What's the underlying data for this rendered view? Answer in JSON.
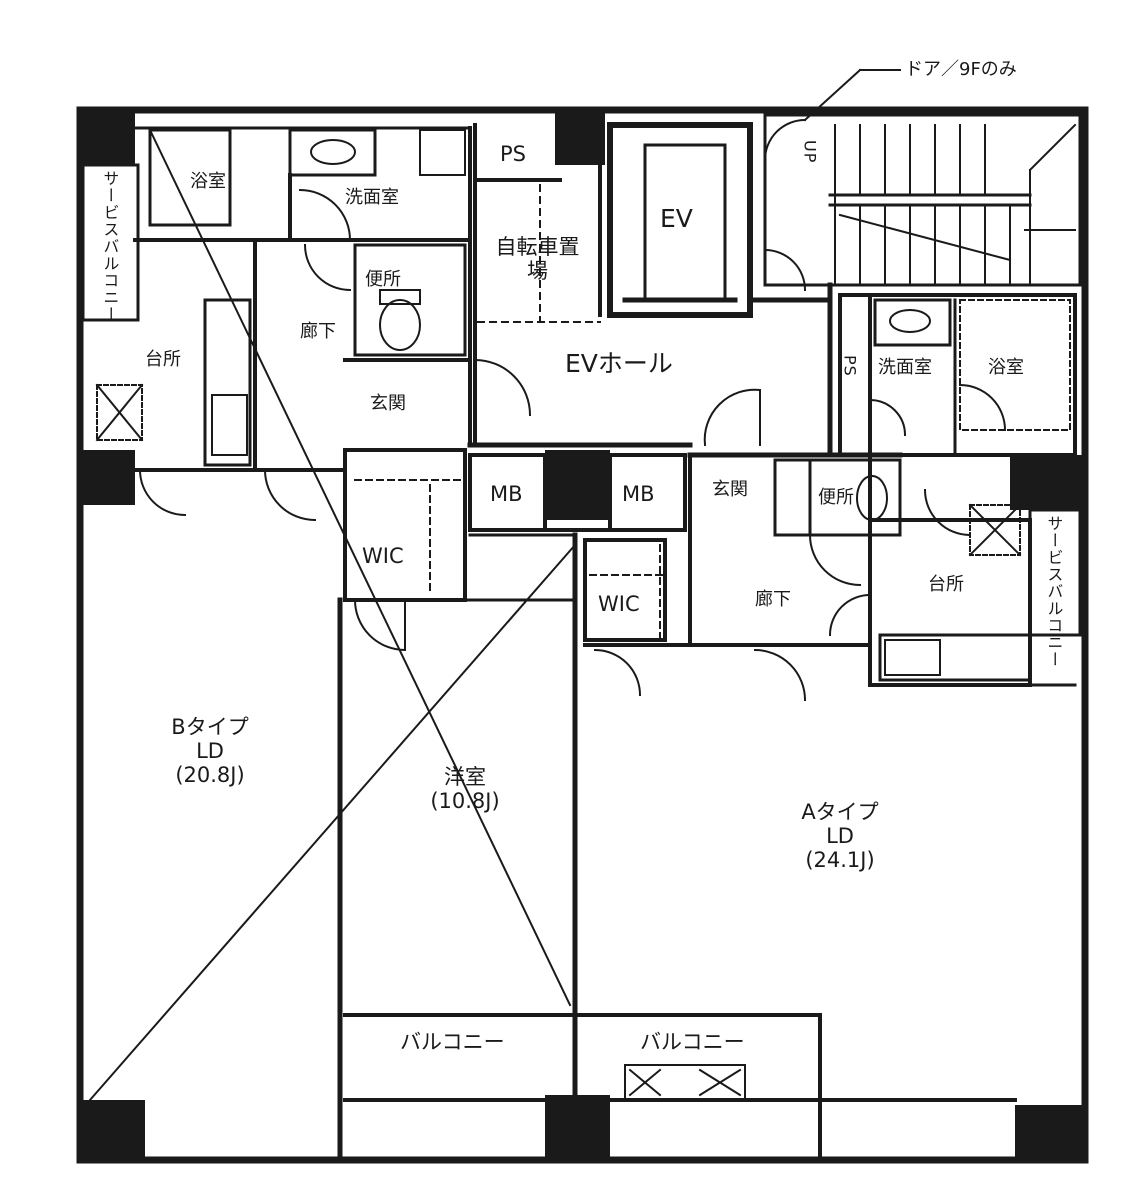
{
  "annotation": {
    "door_note": "ドア／9Fのみ"
  },
  "rooms": {
    "ev": "EV",
    "ev_hall": "EVホール",
    "bicycle": "自転車置場",
    "ps_top": "PS",
    "ps_right": "PS",
    "mb_left": "MB",
    "mb_right": "MB",
    "stair_up": "UP",
    "b_service_balcony": "サービスバルコニー",
    "b_bath": "浴室",
    "b_washroom": "洗面室",
    "b_toilet": "便所",
    "b_corridor": "廊下",
    "b_kitchen": "台所",
    "b_entrance": "玄関",
    "b_wic": "WIC",
    "b_ld_type": "Bタイプ",
    "b_ld_name": "LD",
    "b_ld_size": "(20.8J)",
    "b_western_name": "洋室",
    "b_western_size": "(10.8J)",
    "b_balcony": "バルコニー",
    "a_washroom": "洗面室",
    "a_bath": "浴室",
    "a_entrance": "玄関",
    "a_toilet": "便所",
    "a_corridor": "廊下",
    "a_kitchen": "台所",
    "a_service_balcony": "サービスバルコニー",
    "a_wic": "WIC",
    "a_ld_type": "Aタイプ",
    "a_ld_name": "LD",
    "a_ld_size": "(24.1J)",
    "a_balcony": "バルコニー"
  }
}
